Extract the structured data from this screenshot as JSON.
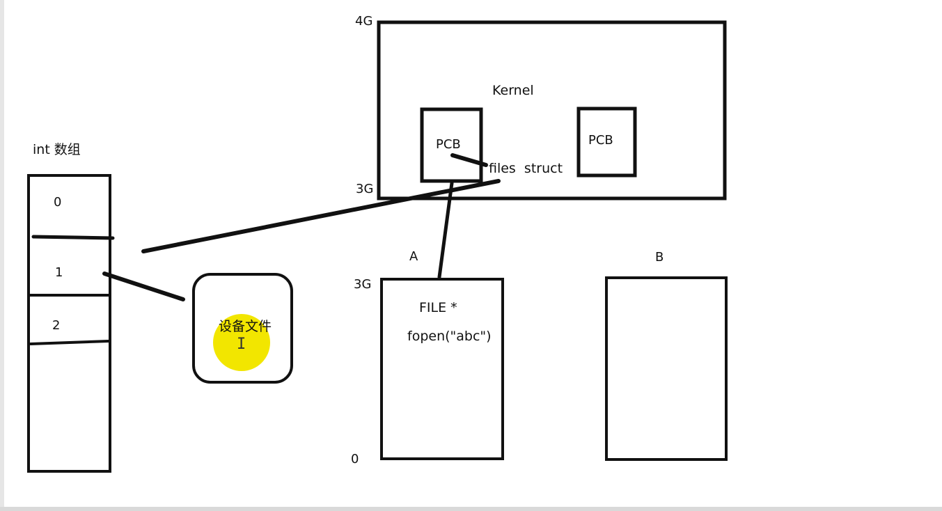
{
  "labels": {
    "int_array": "int 数组",
    "idx0": "0",
    "idx1": "1",
    "idx2": "2",
    "device_file": "设备文件",
    "kernel": "Kernel",
    "pcb_a": "PCB",
    "pcb_b": "PCB",
    "files_struct": "files  struct",
    "addr_4g": "4G",
    "addr_3g_kernel": "3G",
    "proc_a": "A",
    "proc_b": "B",
    "addr_3g_user": "3G",
    "addr_0": "0",
    "file_ptr": "FILE *",
    "fopen_call": "fopen(\"abc\")"
  },
  "colors": {
    "stroke": "#111111",
    "cursor_highlight": "#f2e600"
  }
}
